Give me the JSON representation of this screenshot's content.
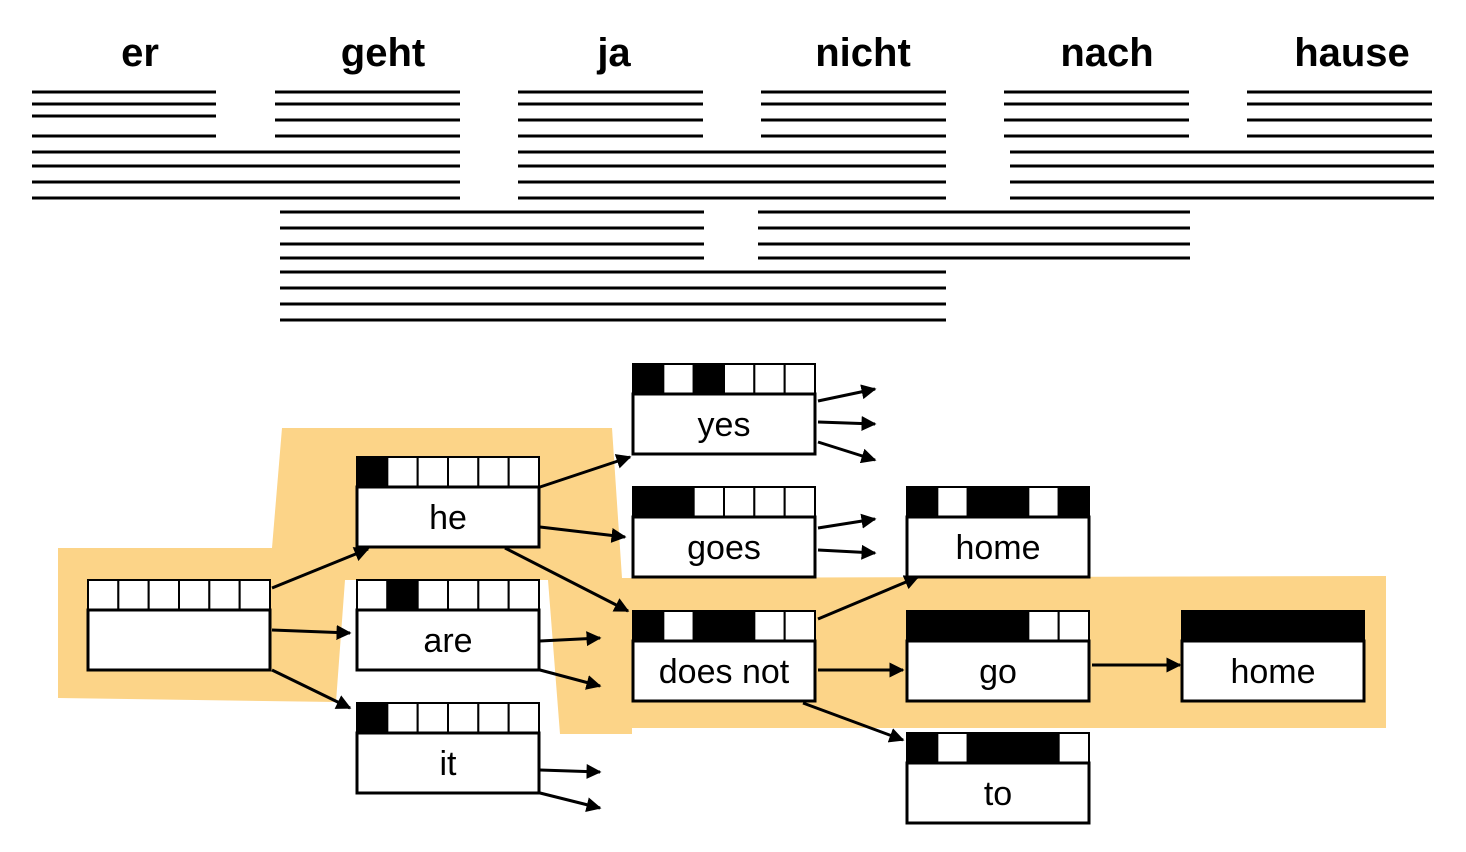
{
  "source_words": [
    "er",
    "geht",
    "ja",
    "nicht",
    "nach",
    "hause"
  ],
  "colors": {
    "highlight": "#fcd488",
    "ink": "#000000",
    "box": "#ffffff"
  },
  "hypotheses": [
    {
      "id": "empty",
      "text": "",
      "coverage": [
        0,
        0,
        0,
        0,
        0,
        0
      ]
    },
    {
      "id": "he",
      "text": "he",
      "coverage": [
        1,
        0,
        0,
        0,
        0,
        0
      ]
    },
    {
      "id": "are",
      "text": "are",
      "coverage": [
        0,
        1,
        0,
        0,
        0,
        0
      ]
    },
    {
      "id": "it",
      "text": "it",
      "coverage": [
        1,
        0,
        0,
        0,
        0,
        0
      ]
    },
    {
      "id": "yes",
      "text": "yes",
      "coverage": [
        1,
        0,
        1,
        0,
        0,
        0
      ]
    },
    {
      "id": "goes",
      "text": "goes",
      "coverage": [
        1,
        1,
        0,
        0,
        0,
        0
      ]
    },
    {
      "id": "does-not",
      "text": "does not",
      "coverage": [
        1,
        0,
        1,
        1,
        0,
        0
      ]
    },
    {
      "id": "home-1",
      "text": "home",
      "coverage": [
        1,
        0,
        1,
        1,
        0,
        1
      ]
    },
    {
      "id": "go",
      "text": "go",
      "coverage": [
        1,
        1,
        1,
        1,
        0,
        0
      ]
    },
    {
      "id": "home-2",
      "text": "home",
      "coverage": [
        1,
        1,
        1,
        1,
        1,
        1
      ]
    },
    {
      "id": "to",
      "text": "to",
      "coverage": [
        1,
        0,
        1,
        1,
        1,
        0
      ]
    }
  ],
  "edges": [
    [
      "empty",
      "he"
    ],
    [
      "empty",
      "are"
    ],
    [
      "empty",
      "it"
    ],
    [
      "he",
      "yes"
    ],
    [
      "he",
      "goes"
    ],
    [
      "he",
      "does-not"
    ],
    [
      "does-not",
      "home-1"
    ],
    [
      "does-not",
      "go"
    ],
    [
      "does-not",
      "to"
    ],
    [
      "go",
      "home-2"
    ]
  ]
}
